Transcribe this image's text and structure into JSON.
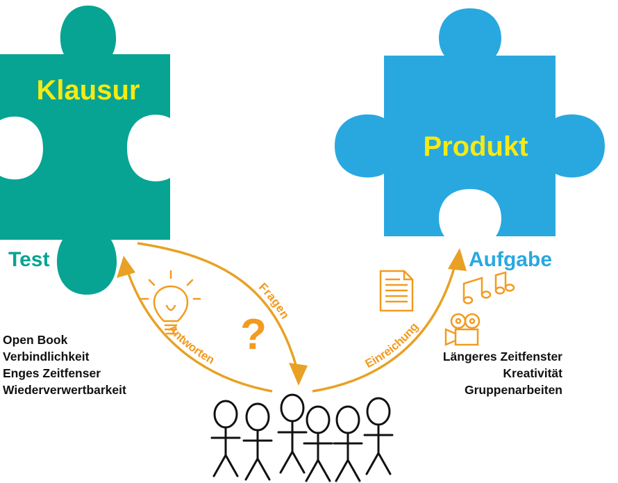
{
  "left_piece": {
    "title": "Klausur",
    "label": "Test"
  },
  "right_piece": {
    "title": "Produkt",
    "label": "Aufgabe"
  },
  "arrows": {
    "questions": "Fragen",
    "answers": "Antworten",
    "submission": "Einreichung"
  },
  "question_mark": "?",
  "left_list": [
    "Open Book",
    "Verbindlichkeit",
    "Enges Zeitfenser",
    "Wiederverwertbarkeit"
  ],
  "right_list": [
    "Längeres Zeitfenster",
    "Kreativität",
    "Gruppenarbeiten"
  ],
  "colors": {
    "teal": "#07a493",
    "blue": "#29a8e0",
    "yellow": "#f5ea14",
    "orange": "#f39a1f"
  },
  "icons": [
    "lightbulb-icon",
    "document-icon",
    "music-notes-icon",
    "video-camera-icon",
    "stick-figure-icon"
  ]
}
